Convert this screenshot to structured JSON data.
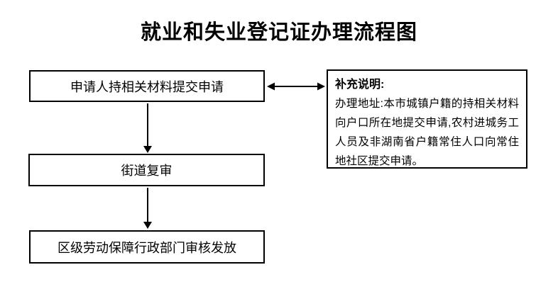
{
  "title": "就业和失业登记证办理流程图",
  "flowchart": {
    "steps": [
      {
        "id": "step-1",
        "label": "申请人持相关材料提交申请"
      },
      {
        "id": "step-2",
        "label": "街道复审"
      },
      {
        "id": "step-3",
        "label": "区级劳动保障行政部门审核发放"
      }
    ],
    "connectors": [
      {
        "from": "step-1",
        "to": "step-2",
        "type": "arrow-down"
      },
      {
        "from": "step-2",
        "to": "step-3",
        "type": "arrow-down"
      },
      {
        "from": "step-1",
        "to": "note",
        "type": "double-headed-horizontal"
      }
    ]
  },
  "note": {
    "heading": "补充说明:",
    "body": "办理地址:本市城镇户籍的持相关材料向户口所在地提交申请,农村进城务工人员及非湖南省户籍常住人口向常住地社区提交申请。"
  },
  "colors": {
    "background": "#ffffff",
    "line": "#000000",
    "text": "#000000"
  }
}
